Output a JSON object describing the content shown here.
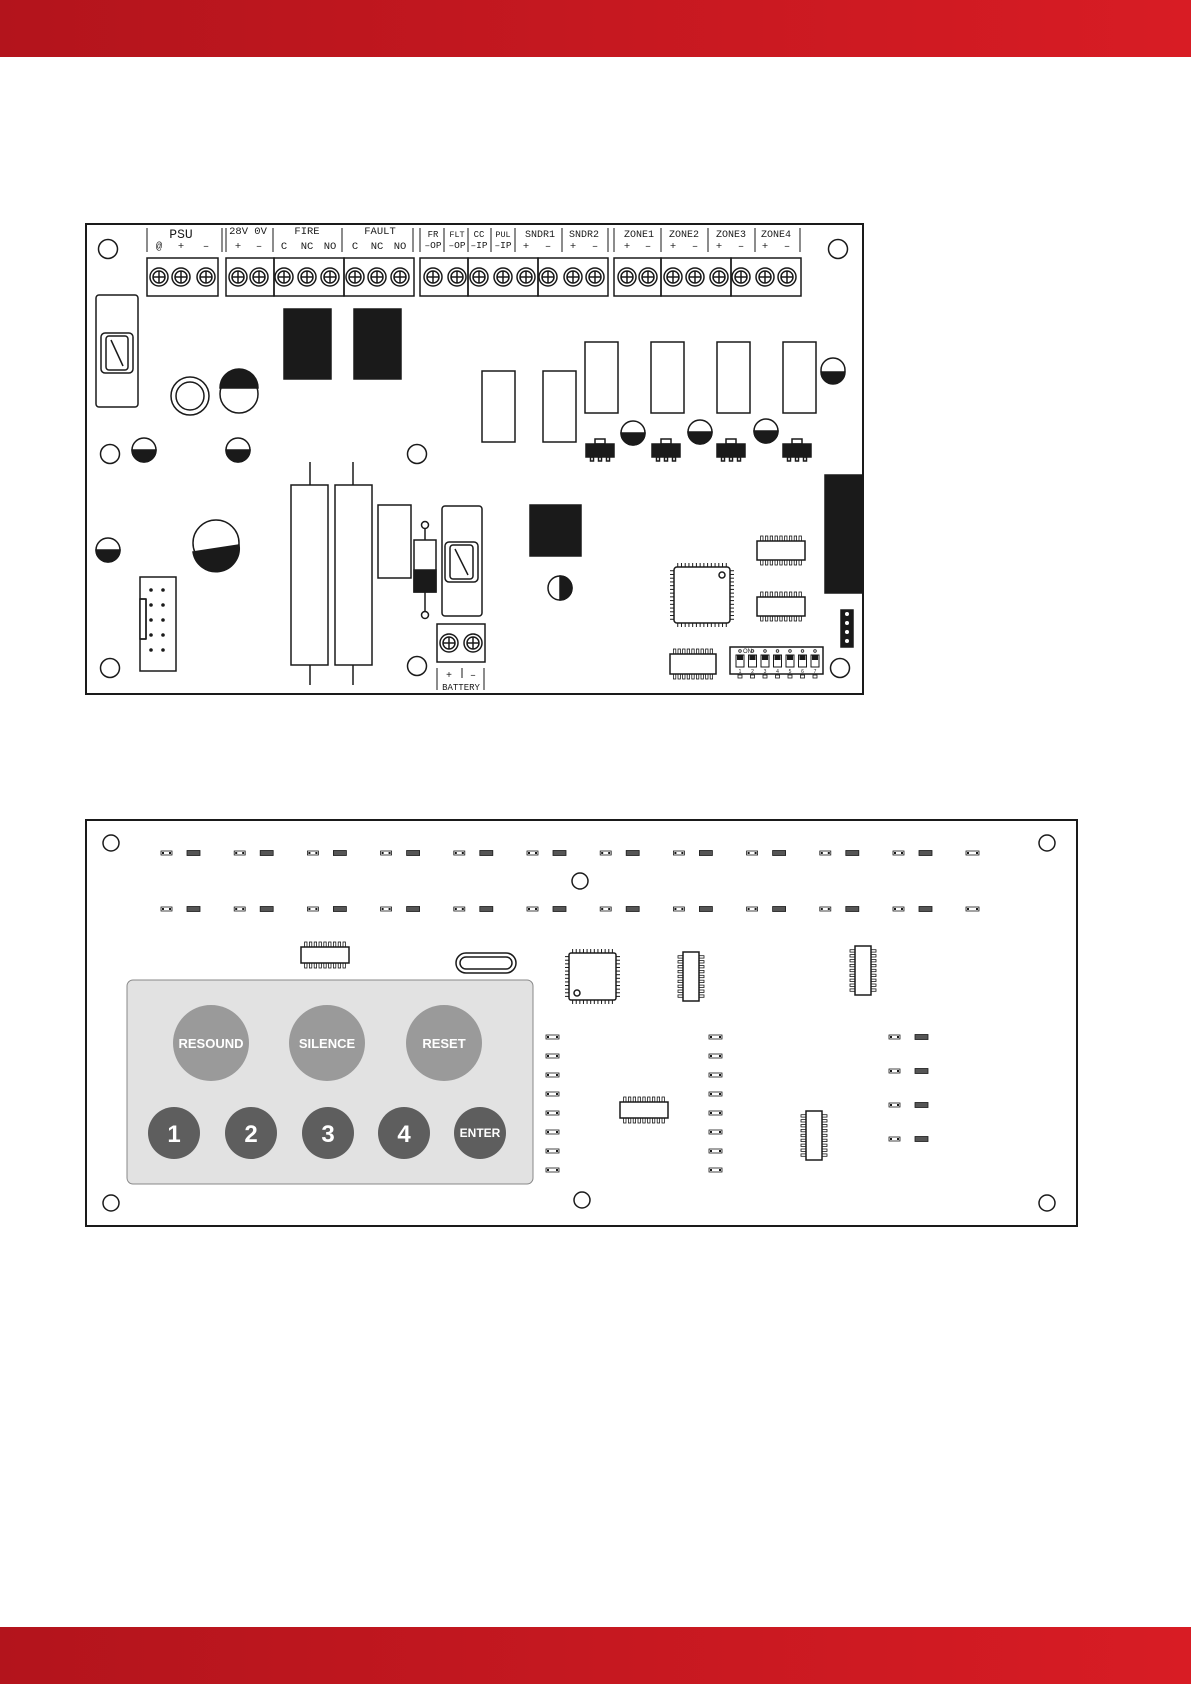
{
  "colors": {
    "band_left": "#b3141c",
    "band_right": "#d81c24",
    "outline": "#1a1a1a",
    "keypad_panel": "#e2e2e2",
    "key_light": "#9a9a9a",
    "key_dark": "#5e5e5e"
  },
  "main_board": {
    "groups": [
      {
        "name": "PSU",
        "signs": [
          "@",
          "+",
          "–"
        ]
      },
      {
        "name": "28V 0V",
        "signs": [
          "+",
          "–"
        ]
      },
      {
        "name": "FIRE",
        "signs": [
          "C",
          "NC",
          "NO"
        ]
      },
      {
        "name": "FAULT",
        "signs": [
          "C",
          "NC",
          "NO"
        ]
      },
      {
        "name": "FR",
        "signs": [
          "–OP"
        ]
      },
      {
        "name": "FLT",
        "signs": [
          "–OP"
        ]
      },
      {
        "name": "CC",
        "signs": [
          "–IP"
        ]
      },
      {
        "name": "PUL",
        "signs": [
          "–IP"
        ]
      },
      {
        "name": "SNDR1",
        "signs": [
          "+",
          "–"
        ]
      },
      {
        "name": "SNDR2",
        "signs": [
          "+",
          "–"
        ]
      },
      {
        "name": "ZONE1",
        "signs": [
          "+",
          "–"
        ]
      },
      {
        "name": "ZONE2",
        "signs": [
          "+",
          "–"
        ]
      },
      {
        "name": "ZONE3",
        "signs": [
          "+",
          "–"
        ]
      },
      {
        "name": "ZONE4",
        "signs": [
          "+",
          "–"
        ]
      }
    ],
    "battery": {
      "label": "BATTERY",
      "signs": [
        "+",
        "–"
      ]
    },
    "dip_switch": {
      "on_label": "ON",
      "numbers": [
        "1",
        "2",
        "3",
        "4",
        "5",
        "6",
        "7"
      ]
    }
  },
  "keypad": {
    "row1": [
      "RESOUND",
      "SILENCE",
      "RESET"
    ],
    "row2": [
      "1",
      "2",
      "3",
      "4",
      "ENTER"
    ]
  }
}
